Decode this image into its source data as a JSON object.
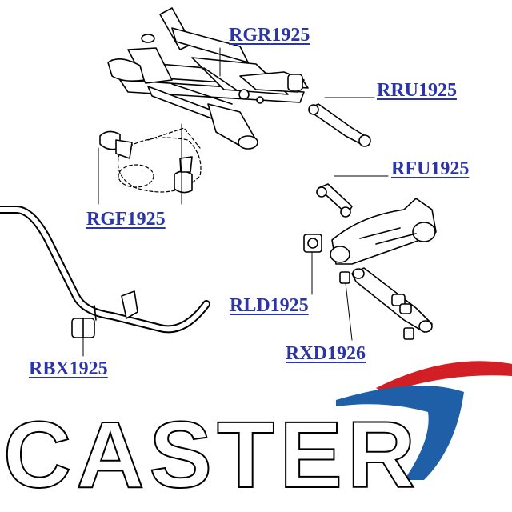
{
  "colors": {
    "label": "#2b35a8",
    "line": "#000000",
    "logo_red": "#d21f26",
    "logo_blue": "#1f5fa8",
    "logo_text": "#ffffff"
  },
  "parts": [
    {
      "code": "RGR1925",
      "component": "rear-subframe"
    },
    {
      "code": "RRU1925",
      "component": "rear-upper-arm"
    },
    {
      "code": "RFU1925",
      "component": "rear-front-upper-arm"
    },
    {
      "code": "RGF1925",
      "component": "differential-mount"
    },
    {
      "code": "RLD1925",
      "component": "lower-arm-bushing"
    },
    {
      "code": "RXD1926",
      "component": "lower-link-bushing"
    },
    {
      "code": "RBX1925",
      "component": "stabilizer-bushing"
    }
  ],
  "logo": {
    "text": "CASTER"
  }
}
